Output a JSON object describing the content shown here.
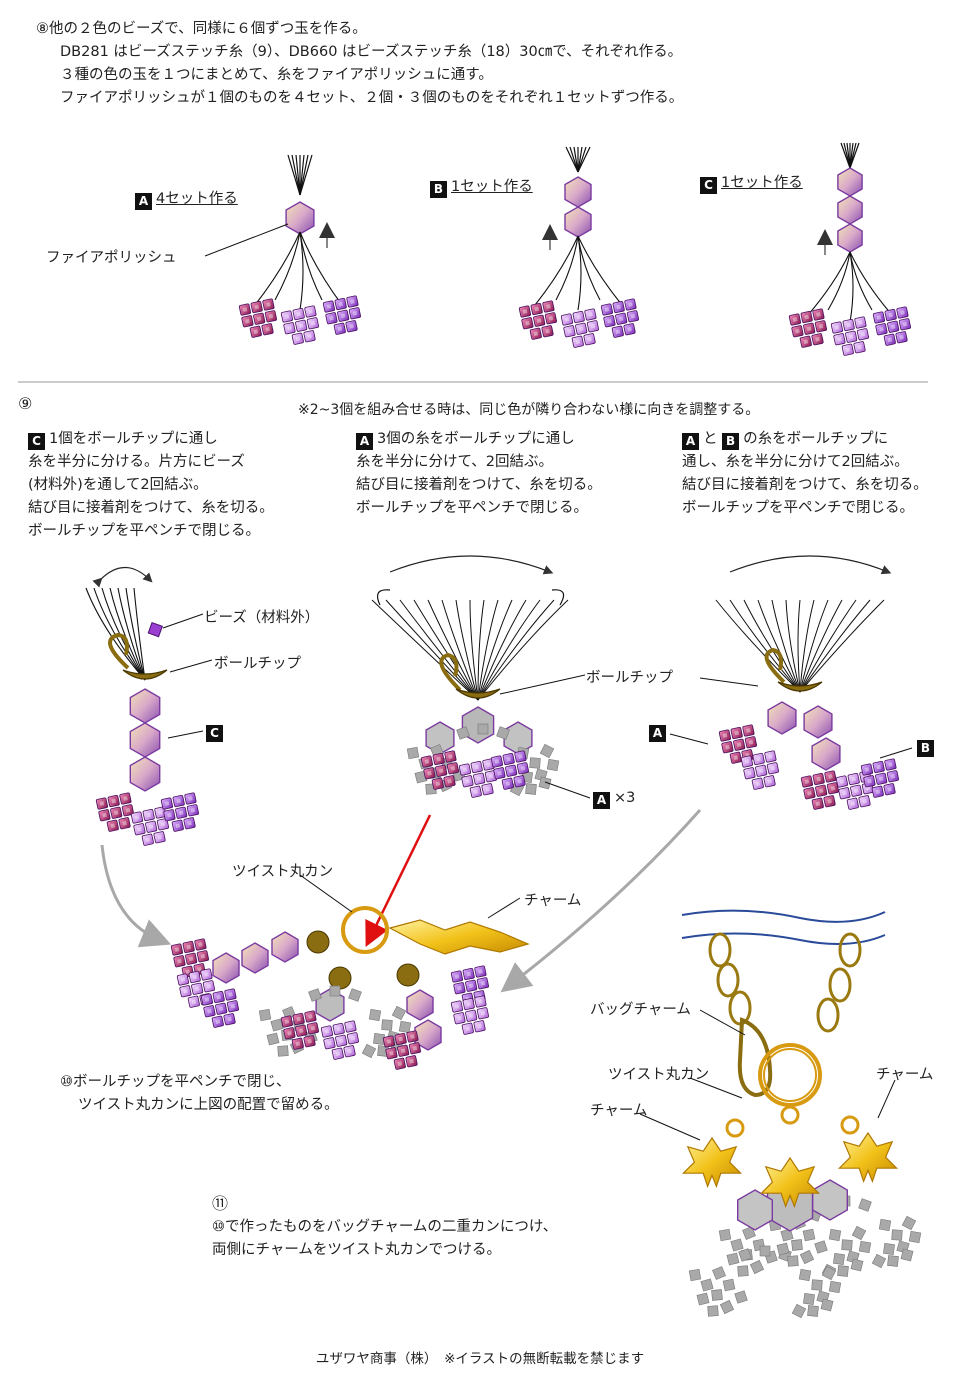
{
  "step8": {
    "number": "⑧",
    "lines": [
      "他の２色のビーズで、同様に６個ずつ玉を作る。",
      "DB281 はビーズステッチ糸（9）、DB660 はビーズステッチ糸（18）30㎝で、それぞれ作る。",
      "３種の色の玉を１つにまとめて、糸をファイアポリッシュに通す。",
      "ファイアポリッシュが１個のものを４セット、２個・３個のものをそれぞれ１セットずつ作る。"
    ],
    "sets": [
      {
        "badge": "A",
        "label": "4セット作る"
      },
      {
        "badge": "B",
        "label": "1セット作る"
      },
      {
        "badge": "C",
        "label": "1セット作る"
      }
    ],
    "fire_polish_label": "ファイアポリッシュ"
  },
  "step9": {
    "number": "⑨",
    "note": "※2~3個を組み合せる時は、同じ色が隣り合わない様に向きを調整する。",
    "col1": {
      "badge": "C",
      "lines": [
        "1個をボールチップに通し",
        "糸を半分に分ける。片方にビーズ",
        "(材料外)を通して2回結ぶ。",
        "結び目に接着剤をつけて、糸を切る。",
        "ボールチップを平ペンチで閉じる。"
      ]
    },
    "col2": {
      "badge": "A",
      "lines": [
        "3個の糸をボールチップに通し",
        "糸を半分に分けて、2回結ぶ。",
        "結び目に接着剤をつけて、糸を切る。",
        "ボールチップを平ペンチで閉じる。"
      ]
    },
    "col3": {
      "badge_a": "A",
      "joiner": "と",
      "badge_b": "B",
      "lines": [
        "の糸をボールチップに",
        "通し、糸を半分に分けて2回結ぶ。",
        "結び目に接着剤をつけて、糸を切る。",
        "ボールチップを平ペンチで閉じる。"
      ]
    },
    "labels": {
      "beads_extra": "ビーズ（材料外）",
      "ball_chip_1": "ボールチップ",
      "ball_chip_2": "ボールチップ",
      "badge_c": "C",
      "badge_a_left": "A",
      "badge_b_right": "B",
      "badge_a_x3": "A",
      "times3": "×3",
      "twist_ring": "ツイスト丸カン",
      "charm": "チャーム"
    }
  },
  "step10": {
    "number": "⑩",
    "lines": [
      "ボールチップを平ペンチで閉じ、",
      "ツイスト丸カンに上図の配置で留める。"
    ]
  },
  "step11": {
    "number": "⑪",
    "lines": [
      "⑩で作ったものをバッグチャームの二重カンにつけ、",
      "両側にチャームをツイスト丸カンでつける。"
    ],
    "labels": {
      "bag_charm": "バッグチャーム",
      "twist_ring": "ツイスト丸カン",
      "charm_left": "チャーム",
      "charm_right": "チャーム"
    }
  },
  "footer": "ユザワヤ商事（株）　※イラストの無断転載を禁じます",
  "colors": {
    "purple": "#9b3fd1",
    "magenta": "#b0246a",
    "lilac": "#c98ae6",
    "gold": "#b8860b",
    "gray": "#b0b0b0",
    "arrow_red": "#e01010"
  }
}
